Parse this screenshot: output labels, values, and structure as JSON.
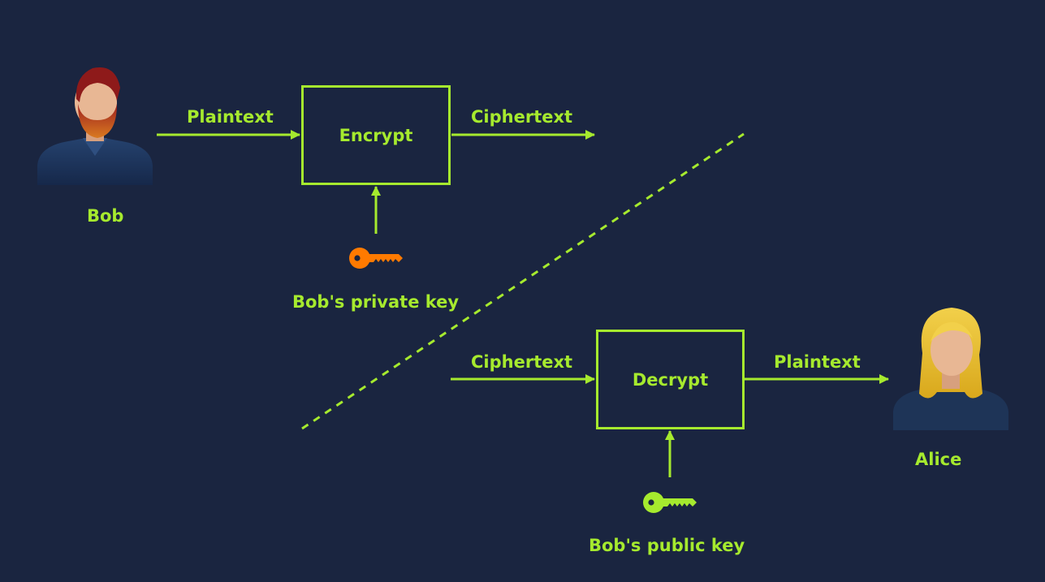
{
  "colors": {
    "background": "#1a2540",
    "accent": "#a6ea2e",
    "private_key": "#ff7a00",
    "public_key": "#a6ea2e"
  },
  "sender": {
    "name": "Bob",
    "avatar_icon": "man-bearded-avatar-icon"
  },
  "recipient": {
    "name": "Alice",
    "avatar_icon": "woman-blonde-avatar-icon"
  },
  "encrypt_row": {
    "input_label": "Plaintext",
    "box_label": "Encrypt",
    "output_label": "Ciphertext",
    "key_label": "Bob's private key",
    "key_icon": "key-icon"
  },
  "decrypt_row": {
    "input_label": "Ciphertext",
    "box_label": "Decrypt",
    "output_label": "Plaintext",
    "key_label": "Bob's public key",
    "key_icon": "key-icon"
  }
}
